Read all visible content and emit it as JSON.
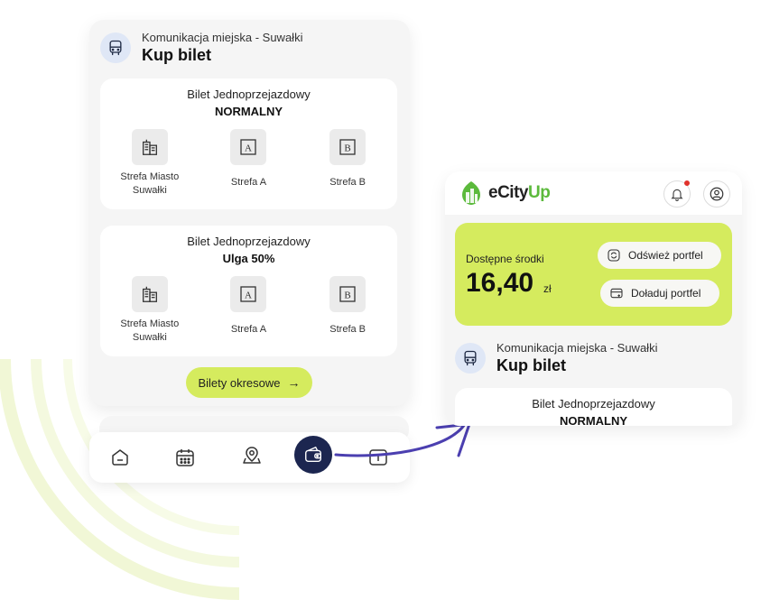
{
  "left_screen": {
    "operator": "Komunikacja miejska - Suwałki",
    "title": "Kup bilet",
    "tickets": [
      {
        "name": "Bilet Jednoprzejazdowy",
        "variant": "NORMALNY",
        "zones": [
          {
            "label": "Strefa Miasto Suwałki",
            "icon": "city-buildings-icon"
          },
          {
            "label": "Strefa A",
            "icon": "zone-a-icon",
            "letter": "A"
          },
          {
            "label": "Strefa B",
            "icon": "zone-b-icon",
            "letter": "B"
          }
        ]
      },
      {
        "name": "Bilet Jednoprzejazdowy",
        "variant": "Ulga 50%",
        "zones": [
          {
            "label": "Strefa Miasto Suwałki",
            "icon": "city-buildings-icon"
          },
          {
            "label": "Strefa A",
            "icon": "zone-a-icon",
            "letter": "A"
          },
          {
            "label": "Strefa B",
            "icon": "zone-b-icon",
            "letter": "B"
          }
        ]
      }
    ],
    "periodic_button": "Bilety okresowe",
    "bottom_nav": [
      {
        "icon": "home-icon",
        "active": false
      },
      {
        "icon": "calendar-icon",
        "active": false
      },
      {
        "icon": "map-pin-icon",
        "active": false
      },
      {
        "icon": "wallet-icon",
        "active": true
      },
      {
        "icon": "menu-icon",
        "active": false
      }
    ]
  },
  "right_screen": {
    "brand": {
      "e": "e",
      "city": "City",
      "up": "Up"
    },
    "wallet": {
      "label": "Dostępne środki",
      "amount": "16,40",
      "currency": "zł",
      "refresh_button": "Odśwież portfel",
      "topup_button": "Doładuj portfel"
    },
    "operator": "Komunikacja miejska - Suwałki",
    "title": "Kup bilet",
    "ticket": {
      "name": "Bilet Jednoprzejazdowy",
      "variant": "NORMALNY"
    }
  },
  "colors": {
    "accent_lime": "#d5eb5e",
    "nav_active": "#1c2650",
    "connector_purple": "#4b3fb0",
    "brand_green": "#5cba3c",
    "notification_red": "#e0312b"
  }
}
